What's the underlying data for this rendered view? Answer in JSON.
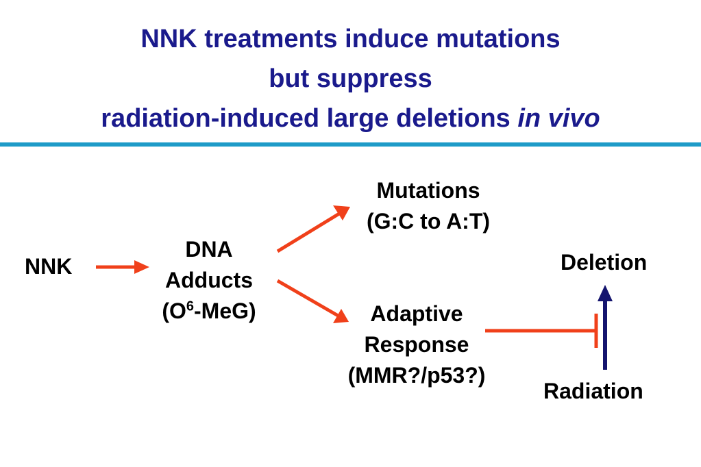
{
  "title": {
    "line1": "NNK treatments induce mutations",
    "line2": "but suppress",
    "line3_main": "radiation-induced large deletions ",
    "line3_italic": "in vivo"
  },
  "nodes": {
    "nnk": "NNK",
    "dna_adducts": {
      "line1": "DNA",
      "line2": "Adducts",
      "line3_prefix": "(O",
      "line3_sup": "6",
      "line3_suffix": "-MeG)"
    },
    "mutations": {
      "line1": "Mutations",
      "line2": "(G:C to A:T)"
    },
    "adaptive_response": {
      "line1": "Adaptive",
      "line2": "Response",
      "line3": "(MMR?/p53?)"
    },
    "deletion": "Deletion",
    "radiation": "Radiation"
  },
  "colors": {
    "title": "#1a1a8c",
    "rule": "#1e9bc8",
    "arrow_red": "#f0401a",
    "arrow_navy": "#14146e"
  }
}
